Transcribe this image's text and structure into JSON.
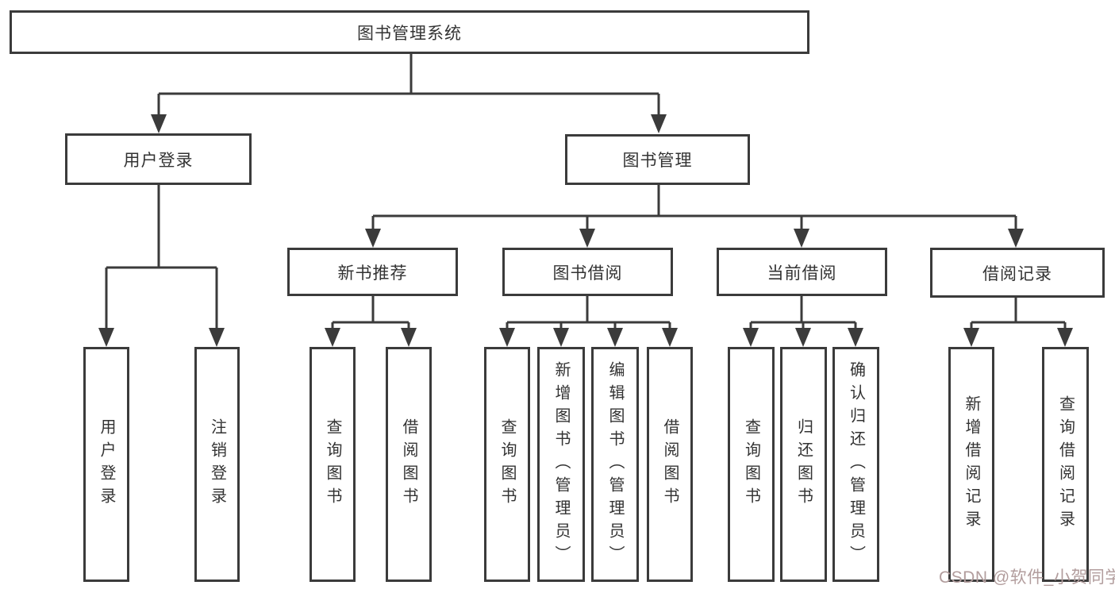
{
  "diagram": {
    "root": {
      "label": "图书管理系统"
    },
    "level2": [
      {
        "label": "用户登录"
      },
      {
        "label": "图书管理"
      }
    ],
    "level3": [
      {
        "label": "新书推荐"
      },
      {
        "label": "图书借阅"
      },
      {
        "label": "当前借阅"
      },
      {
        "label": "借阅记录"
      }
    ],
    "leaves": {
      "user_login": [
        {
          "label": "用户登录"
        },
        {
          "label": "注销登录"
        }
      ],
      "new_book": [
        {
          "label": "查询图书"
        },
        {
          "label": "借阅图书"
        }
      ],
      "book_borrow": [
        {
          "label": "查询图书"
        },
        {
          "label": "新增图书（管理员）"
        },
        {
          "label": "编辑图书（管理员）"
        },
        {
          "label": "借阅图书"
        }
      ],
      "current_borrow": [
        {
          "label": "查询图书"
        },
        {
          "label": "归还图书"
        },
        {
          "label": "确认归还（管理员）"
        }
      ],
      "borrow_record": [
        {
          "label": "新增借阅记录"
        },
        {
          "label": "查询借阅记录"
        }
      ]
    },
    "watermark": "CSDN @软件_小贺同学",
    "colors": {
      "line": "#3b3b3b",
      "text": "#333333",
      "watermark": "#b29d9d",
      "background": "#ffffff"
    }
  }
}
